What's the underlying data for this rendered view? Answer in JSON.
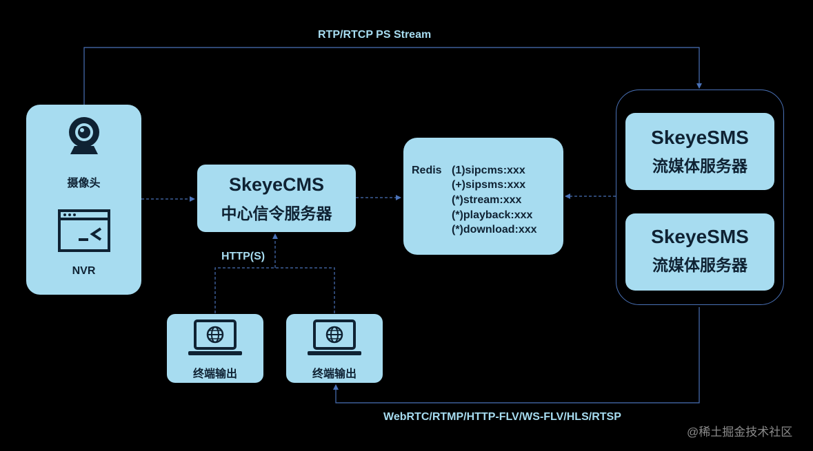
{
  "top_link_label": "RTP/RTCP PS Stream",
  "bottom_link_label": "WebRTC/RTMP/HTTP-FLV/WS-FLV/HLS/RTSP",
  "http_label": "HTTP(S)",
  "devices": {
    "camera_label": "摄像头",
    "nvr_label": "NVR"
  },
  "cms": {
    "title": "SkeyeCMS",
    "subtitle": "中心信令服务器"
  },
  "redis": {
    "label": "Redis",
    "keys": [
      "(1)sipcms:xxx",
      "(+)sipsms:xxx",
      "(*)stream:xxx",
      "(*)playback:xxx",
      "(*)download:xxx"
    ]
  },
  "sms": [
    {
      "title": "SkeyeSMS",
      "subtitle": "流媒体服务器"
    },
    {
      "title": "SkeyeSMS",
      "subtitle": "流媒体服务器"
    }
  ],
  "terminals": [
    {
      "label": "终端输出"
    },
    {
      "label": "终端输出"
    }
  ],
  "watermark": "@稀土掘金技术社区",
  "colors": {
    "background": "#000000",
    "box_fill": "#a7dcf0",
    "line": "#4a72b8",
    "text_dark": "#0f2233"
  }
}
